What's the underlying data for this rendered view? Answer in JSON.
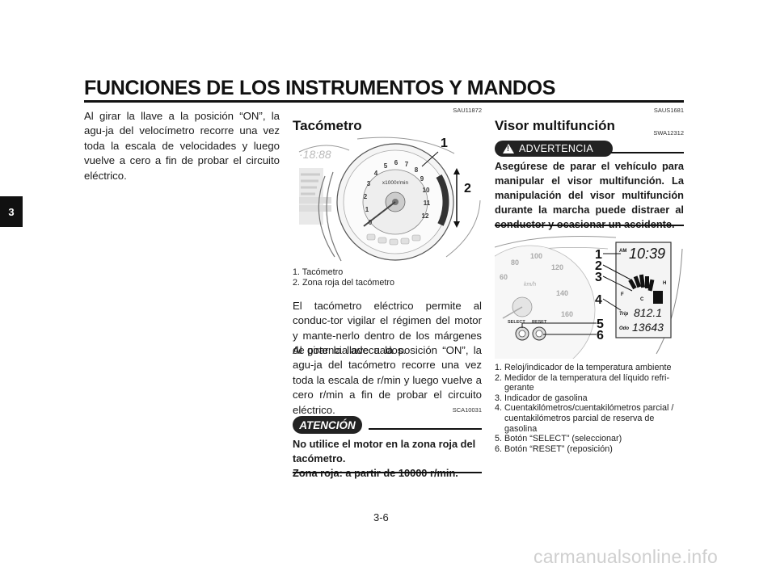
{
  "header": {
    "title": "FUNCIONES DE LOS INSTRUMENTOS Y MANDOS",
    "chapter": "3"
  },
  "left_column": {
    "paragraph": "Al girar la llave a la posición “ON”, la agu-ja del velocímetro recorre una vez toda la escala de velocidades y luego vuelve a cero a fin de probar el circuito eléctrico."
  },
  "tachometer": {
    "code": "SAU11872",
    "title": "Tacómetro",
    "callouts": [
      "1",
      "2"
    ],
    "gauge_unit": "x1000r/min",
    "gauge_numbers": [
      "0",
      "1",
      "2",
      "3",
      "4",
      "5",
      "6",
      "7",
      "8",
      "9",
      "10",
      "11",
      "12"
    ],
    "captions": [
      "1. Tacómetro",
      "2. Zona roja del tacómetro"
    ],
    "paragraph1": "El tacómetro eléctrico permite al conduc-tor vigilar el régimen del motor y mante-nerlo dentro de los márgenes de potencia adecuados.",
    "paragraph2": "Al girar la llave a la posición “ON”, la agu-ja del tacómetro recorre una vez toda la escala de r/min y luego vuelve a cero r/min a fin de probar el circuito eléctrico.",
    "notice_code": "SCA10031",
    "notice_label": "ATENCIÓN",
    "notice_line1": "No utilice el motor en la zona roja del tacómetro.",
    "notice_line2": "Zona roja: a partir de 10000 r/min."
  },
  "multifunction": {
    "code": "SAUS1681",
    "title": "Visor multifunción",
    "warning_code": "SWA12312",
    "warning_label": "ADVERTENCIA",
    "warning_text": "Asegúrese de parar el vehículo para manipular el visor multifunción. La manipulación del visor multifunción durante la marcha puede distraer al conductor y ocasionar un accidente.",
    "callouts": [
      "1",
      "2",
      "3",
      "4",
      "5",
      "6"
    ],
    "display": {
      "am": "AM",
      "clock": "10:39",
      "trip_label": "Trip",
      "trip": "812.1",
      "odo_label": "Odo",
      "odo": "13643",
      "select_label": "SELECT",
      "reset_label": "RESET",
      "speed_unit": "km/h",
      "speed_numbers": [
        "60",
        "80",
        "100",
        "120",
        "140",
        "160"
      ]
    },
    "captions": [
      {
        "text": "1. Reloj/indicador de la temperatura ambiente"
      },
      {
        "text": "2. Medidor de la temperatura del líquido refri-",
        "cont": "gerante"
      },
      {
        "text": "3. Indicador de gasolina"
      },
      {
        "text": "4. Cuentakilómetros/cuentakilómetros parcial /",
        "cont": "cuentakilómetros parcial de reserva de gasolina"
      },
      {
        "text": "5. Botón “SELECT” (seleccionar)"
      },
      {
        "text": "6. Botón “RESET” (reposición)"
      }
    ]
  },
  "page_number": "3-6",
  "watermark": "carmanualsonline.info"
}
